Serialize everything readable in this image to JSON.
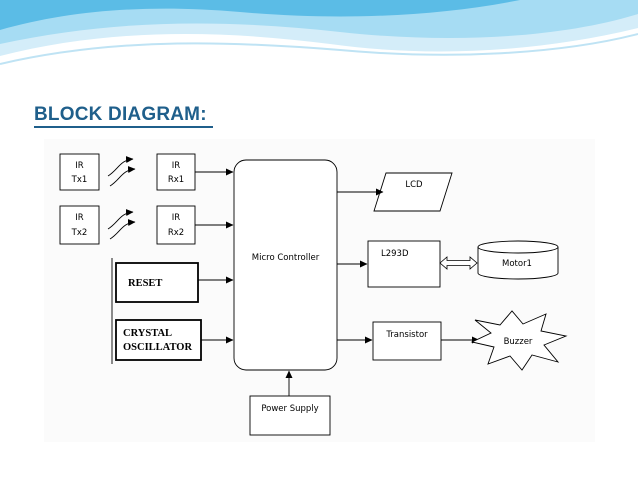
{
  "slide": {
    "title": "BLOCK DIAGRAM:"
  },
  "diagram": {
    "ir_tx1": [
      "IR",
      "Tx1"
    ],
    "ir_rx1": [
      "IR",
      "Rx1"
    ],
    "ir_tx2": [
      "IR",
      "Tx2"
    ],
    "ir_rx2": [
      "IR",
      "Rx2"
    ],
    "reset": "RESET",
    "crystal": [
      "CRYSTAL",
      "OSCILLATOR"
    ],
    "micro_controller": "Micro Controller",
    "power_supply": "Power Supply",
    "lcd": "LCD",
    "driver": "L293D",
    "motor": "Motor1",
    "transistor": "Transistor",
    "buzzer": "Buzzer"
  },
  "colors": {
    "title": "#1f5f8b",
    "wave_light": "#cfe9f7",
    "wave_mid": "#8fd0ee",
    "wave_dark": "#3aa9dc"
  }
}
